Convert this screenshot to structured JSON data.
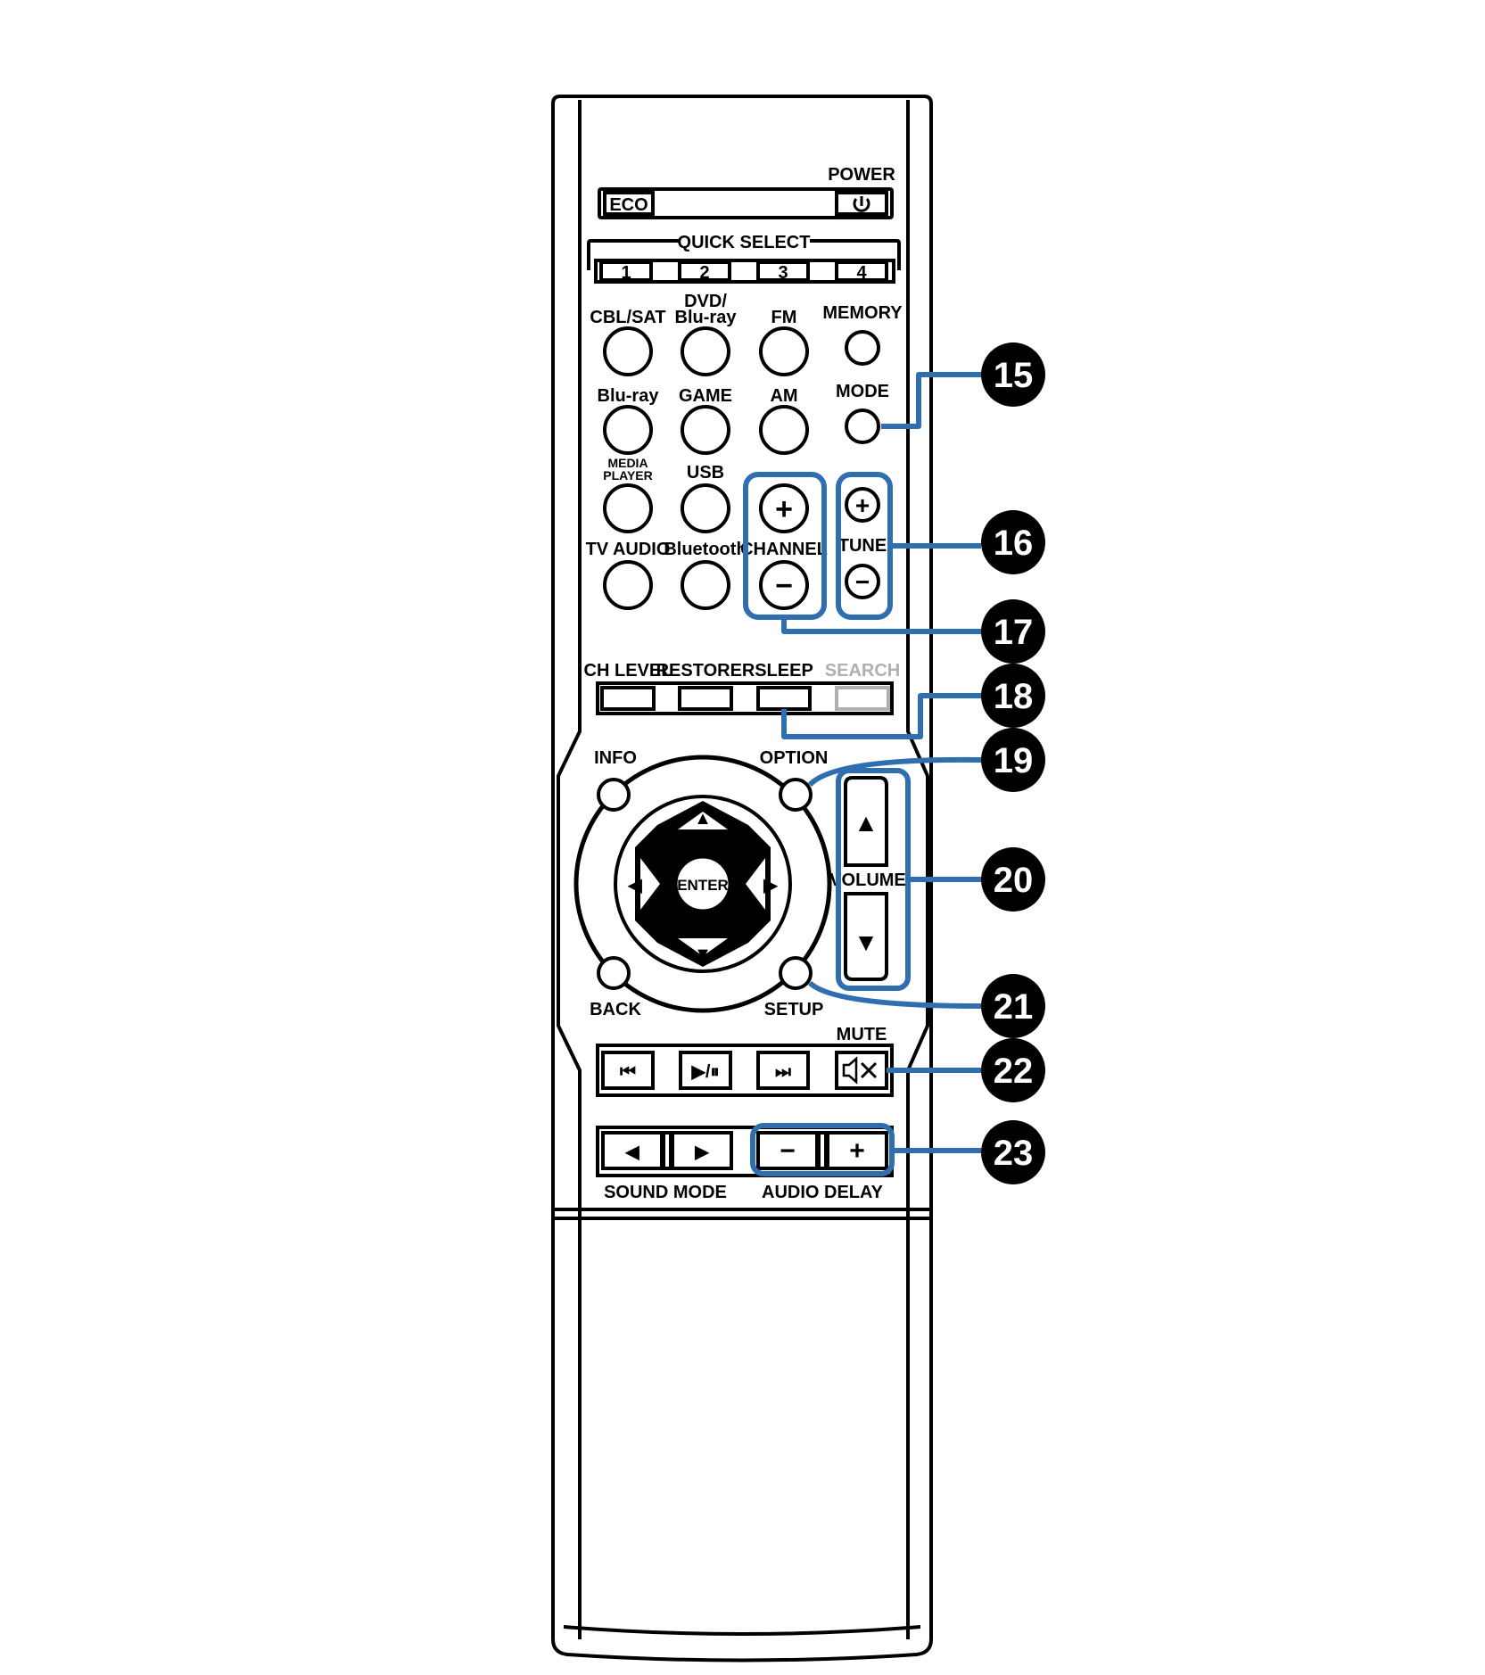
{
  "remote": {
    "top_row": {
      "eco": "ECO",
      "power_label": "POWER",
      "power_icon": "power-icon"
    },
    "quick_select": {
      "title": "QUICK SELECT",
      "buttons": [
        "1",
        "2",
        "3",
        "4"
      ]
    },
    "source_row1": [
      "CBL/SAT",
      "DVD/",
      "Blu-ray",
      "FM",
      "MEMORY"
    ],
    "source_row2": [
      "Blu-ray",
      "GAME",
      "AM",
      "MODE"
    ],
    "source_row3": [
      "MEDIA",
      "PLAYER",
      "USB"
    ],
    "source_row4": [
      "TV AUDIO",
      "Bluetooth"
    ],
    "channel": {
      "label": "CHANNEL",
      "plus": "+",
      "minus": "−"
    },
    "tune": {
      "label": "TUNE",
      "plus": "+",
      "minus": "−"
    },
    "function_row": [
      "CH LEVEL",
      "RESTORER",
      "SLEEP",
      "SEARCH"
    ],
    "nav": {
      "info": "INFO",
      "option": "OPTION",
      "back": "BACK",
      "setup": "SETUP",
      "enter": "ENTER",
      "up": "▲",
      "down": "▼",
      "left": "◀",
      "right": "▶"
    },
    "volume": {
      "label": "VOLUME",
      "up": "▲",
      "down": "▼"
    },
    "transport": {
      "mute_label": "MUTE",
      "prev": "⏮",
      "play_pause": "▶/⏸",
      "next": "⏭",
      "mute_icon": "mute-icon"
    },
    "sound_mode": {
      "label": "SOUND MODE",
      "left": "◀",
      "right": "▶"
    },
    "audio_delay": {
      "label": "AUDIO DELAY",
      "minus": "−",
      "plus": "+"
    }
  },
  "callouts": [
    "15",
    "16",
    "17",
    "18",
    "19",
    "20",
    "21",
    "22",
    "23"
  ],
  "colors": {
    "callout": "#2f6fb0",
    "badge": "#000000",
    "remote_outline": "#000000",
    "search_label": "#b0b0b0"
  }
}
